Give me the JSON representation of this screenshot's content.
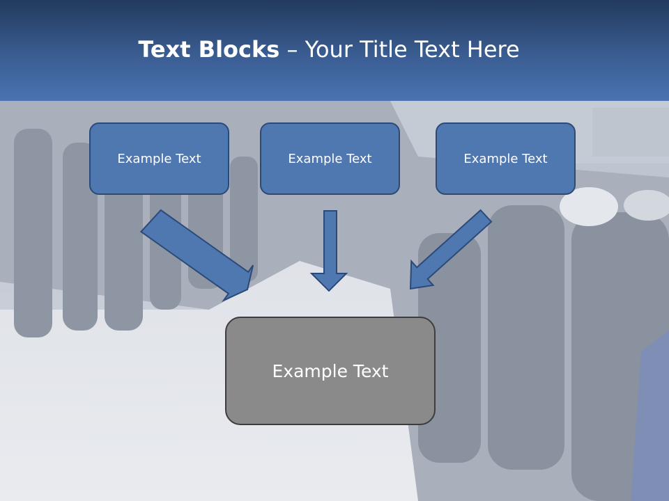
{
  "title": {
    "bold": "Text Blocks",
    "rest": " – Your Title Text Here"
  },
  "boxes": {
    "left": "Example Text",
    "middle": "Example Text",
    "right": "Example Text",
    "bottom": "Example Text"
  },
  "colors": {
    "header_top": "#233a5e",
    "header_bottom": "#4a73b0",
    "box_fill": "#4f77b0",
    "box_border": "#2c4a78",
    "bottom_box_fill": "#8a8a8a",
    "arrow_fill": "#4f77b0"
  }
}
